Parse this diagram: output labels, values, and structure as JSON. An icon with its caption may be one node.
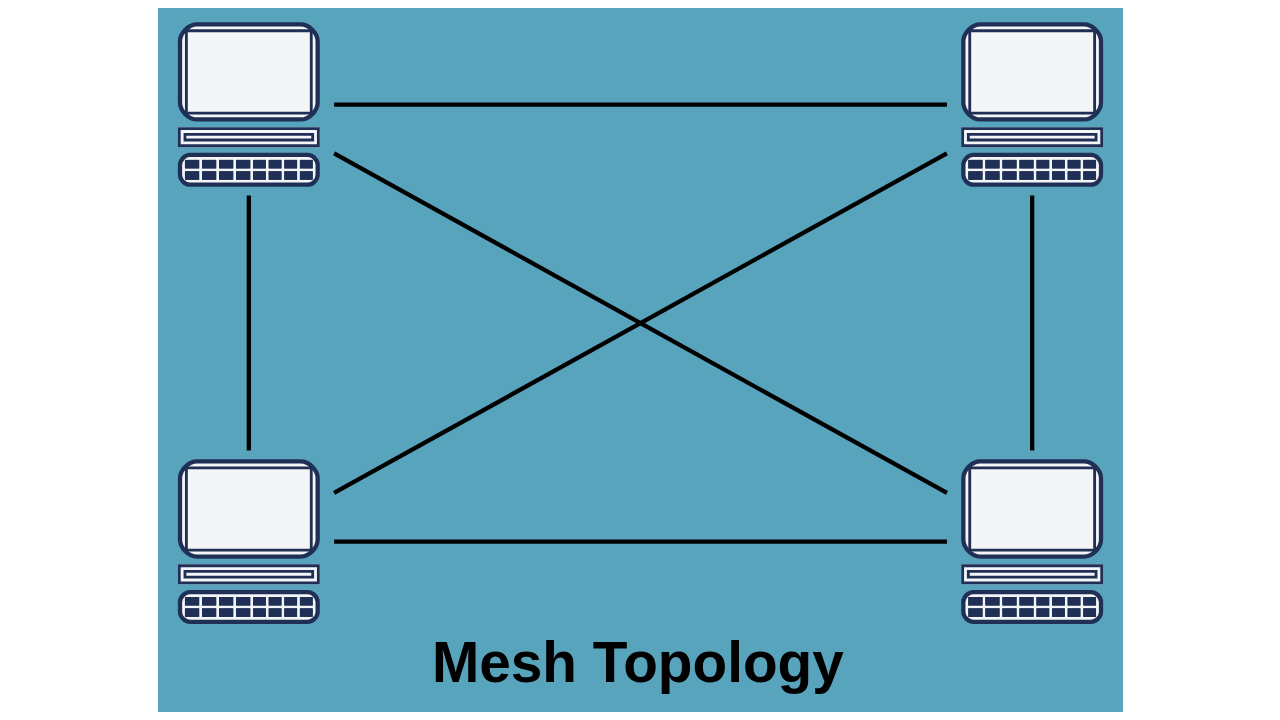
{
  "diagram": {
    "title": "Mesh Topology",
    "nodes": [
      {
        "text": [],
        "shape": "computer"
      },
      {
        "text": [],
        "shape": "computer"
      },
      {
        "text": [],
        "shape": "computer"
      },
      {
        "text": [],
        "shape": "computer"
      }
    ],
    "edges": [
      {
        "from": 0,
        "to": 1,
        "arrow": "none"
      },
      {
        "from": 0,
        "to": 3,
        "arrow": "none"
      },
      {
        "from": 1,
        "to": 2,
        "arrow": "none"
      },
      {
        "from": 0,
        "to": 2,
        "arrow": "none"
      },
      {
        "from": 1,
        "to": 3,
        "arrow": "none"
      },
      {
        "from": 2,
        "to": 3,
        "arrow": "none"
      }
    ]
  }
}
